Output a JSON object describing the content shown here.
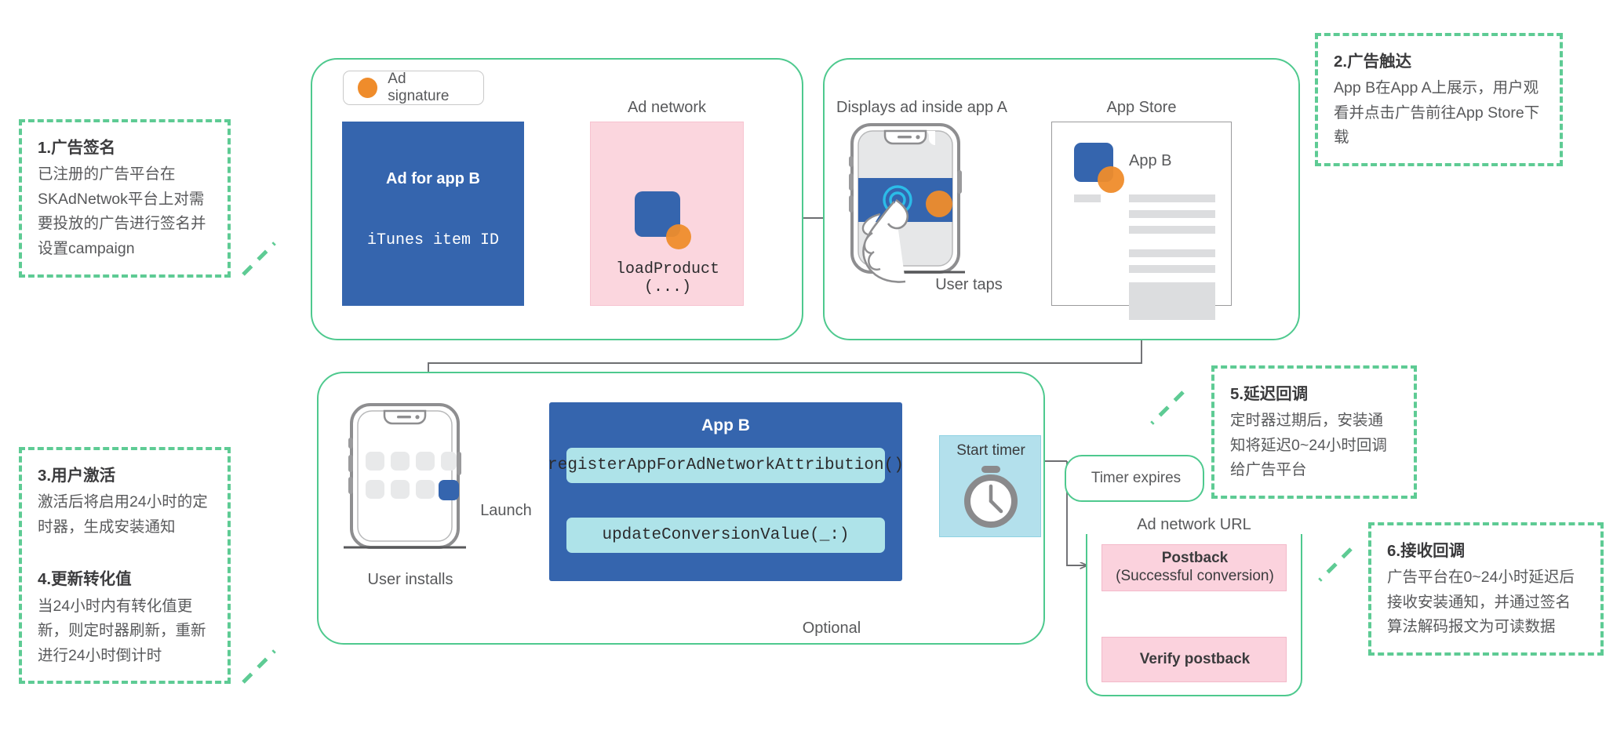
{
  "diagram": {
    "title": "SKAdNetwork attribution flow",
    "colors": {
      "green": "#4ec98e",
      "blue": "#3565ae",
      "pink": "#fbd6de",
      "cyan": "#aee3e9",
      "timer_blue": "#b3e0ec",
      "orange": "#ef8c2b",
      "text": "#58595b"
    }
  },
  "legend": {
    "ad_signature_label": "Ad signature"
  },
  "panel_ad_network": {
    "ad_creative": {
      "title": "Ad for app B",
      "subtitle": "iTunes item ID"
    },
    "network_caption": "Ad network",
    "network_call": "loadProduct (...)"
  },
  "panel_display": {
    "display_caption": "Displays ad inside app A",
    "user_taps_caption": "User taps",
    "app_store_caption": "App Store",
    "app_store_app_name": "App B"
  },
  "panel_install": {
    "user_installs_caption": "User installs",
    "launch_label": "Launch",
    "app_b_title": "App B",
    "api_calls": [
      "registerAppForAdNetworkAttribution()",
      "updateConversionValue(_:)"
    ],
    "optional_label": "Optional",
    "start_timer_label": "Start timer"
  },
  "panel_timer_expires": {
    "label": "Timer expires"
  },
  "panel_postback": {
    "caption": "Ad network URL",
    "postback_title": "Postback",
    "postback_subtitle": "(Successful conversion)",
    "verify_label": "Verify postback"
  },
  "notes": [
    {
      "id": "note-1",
      "title": "1.广告签名",
      "body": "已注册的广告平台在SKAdNetwok平台上对需要投放的广告进行签名并设置campaign"
    },
    {
      "id": "note-2",
      "title": "2.广告触达",
      "body": "App B在App A上展示，用户观看并点击广告前往App Store下载"
    },
    {
      "id": "note-3",
      "title": "3.用户激活",
      "body": "激活后将启用24小时的定时器，生成安装通知"
    },
    {
      "id": "note-4",
      "title": "4.更新转化值",
      "body": "当24小时内有转化值更新，则定时器刷新，重新进行24小时倒计时"
    },
    {
      "id": "note-5",
      "title": "5.延迟回调",
      "body": "定时器过期后，安装通知将延迟0~24小时回调给广告平台"
    },
    {
      "id": "note-6",
      "title": "6.接收回调",
      "body": "广告平台在0~24小时延迟后接收安装通知，并通过签名算法解码报文为可读数据"
    }
  ]
}
